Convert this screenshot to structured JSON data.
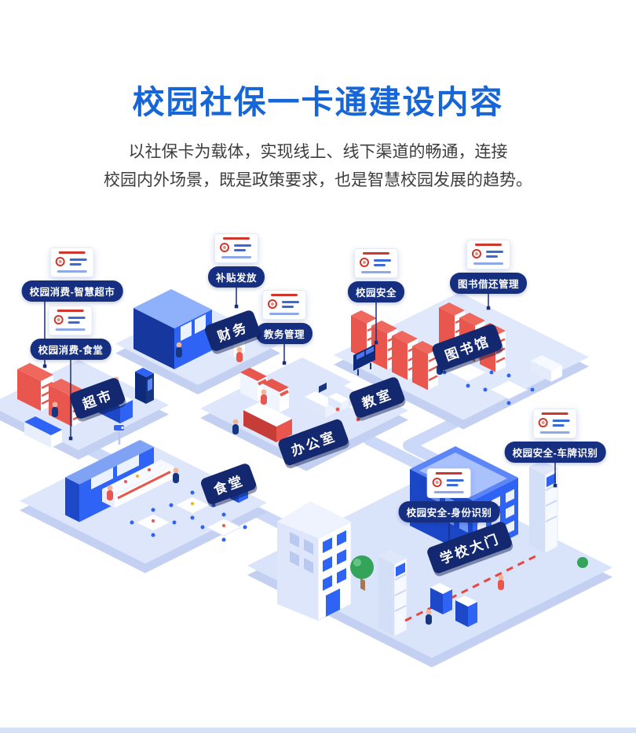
{
  "header": {
    "title": "校园社保一卡通建设内容",
    "subtitle_line1": "以社保卡为载体，实现线上、线下渠道的畅通，连接",
    "subtitle_line2": "校园内外场景，既是政策要求，也是智慧校园发展的趋势。"
  },
  "tags": {
    "smart_market": "校园消费-智慧超市",
    "canteen_pay": "校园消费-食堂",
    "subsidy": "补贴发放",
    "academic": "教务管理",
    "security": "校园安全",
    "library_borrow": "图书借还管理",
    "plate_recognition": "校园安全-车牌识别",
    "id_recognition": "校园安全-身份识别"
  },
  "banners": {
    "finance": "财务",
    "market": "超市",
    "office": "办公室",
    "classroom": "教室",
    "library": "图书馆",
    "canteen": "食堂",
    "gate": "学校大门"
  },
  "colors": {
    "title_blue": "#1766d8",
    "pill_navy": "#162f80",
    "banner_navy": "#13286e",
    "building_blue": "#2e63f6",
    "accent_red": "#e8564e",
    "platform_light": "#dde6fb",
    "path_light": "#ccd8f7"
  }
}
